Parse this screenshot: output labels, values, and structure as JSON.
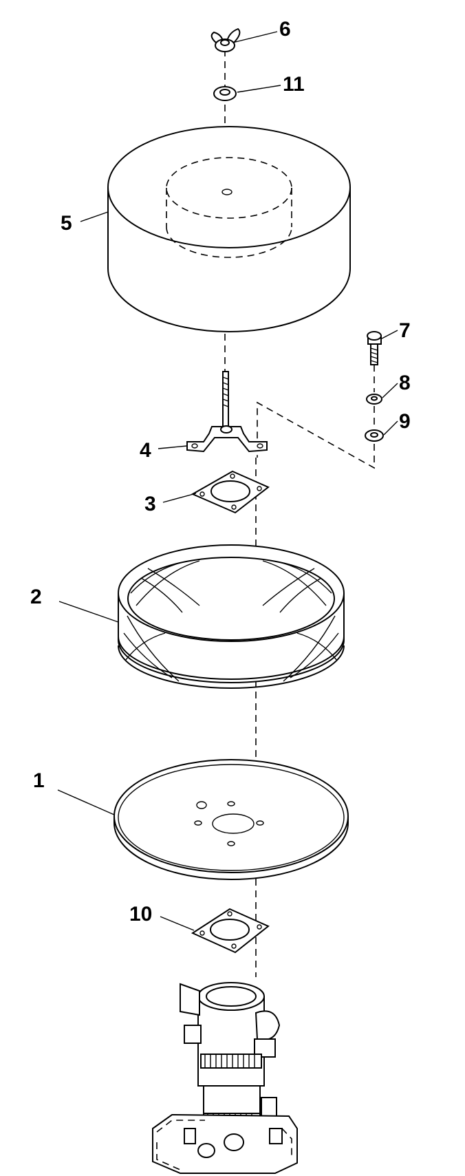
{
  "diagram": {
    "type": "exploded-parts-view",
    "callouts": [
      {
        "id": "6",
        "label": "6"
      },
      {
        "id": "11",
        "label": "11"
      },
      {
        "id": "5",
        "label": "5"
      },
      {
        "id": "7",
        "label": "7"
      },
      {
        "id": "8",
        "label": "8"
      },
      {
        "id": "9",
        "label": "9"
      },
      {
        "id": "4",
        "label": "4"
      },
      {
        "id": "3",
        "label": "3"
      },
      {
        "id": "2",
        "label": "2"
      },
      {
        "id": "1",
        "label": "1"
      },
      {
        "id": "10",
        "label": "10"
      }
    ]
  }
}
